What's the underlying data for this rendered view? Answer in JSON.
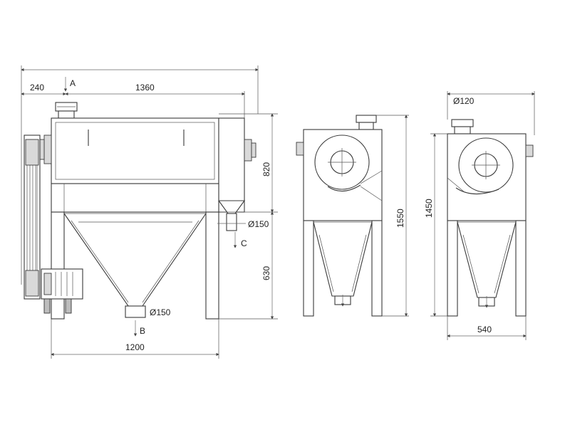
{
  "dimensions": {
    "left_offset": "240",
    "top_width": "1360",
    "body_height": "820",
    "outlet_c_dia": "Ø150",
    "leg_height": "630",
    "outlet_b_dia": "Ø150",
    "base_width": "1200",
    "side_height": "1550",
    "right_inlet_dia": "Ø120",
    "right_height": "1450",
    "right_width": "540"
  },
  "ports": {
    "inlet": "A",
    "outlet_bottom": "B",
    "outlet_side": "C"
  },
  "colors": {
    "line": "#3a3a3a",
    "gray_fill": "#d9d9d9"
  }
}
